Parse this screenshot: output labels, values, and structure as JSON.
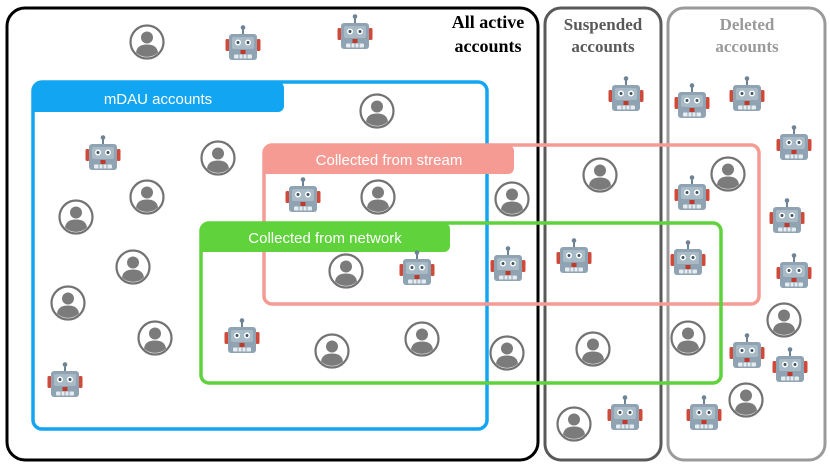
{
  "groups": {
    "all_active": {
      "line1": "All active",
      "line2": "accounts",
      "color": "#000000"
    },
    "suspended": {
      "line1": "Suspended",
      "line2": "accounts",
      "color": "#595959"
    },
    "deleted": {
      "line1": "Deleted",
      "line2": "accounts",
      "color": "#9a9a9a"
    },
    "mdau": {
      "label": "mDAU accounts",
      "color": "#12a6f2"
    },
    "stream": {
      "label": "Collected from stream",
      "color": "#f69b93"
    },
    "network": {
      "label": "Collected from network",
      "color": "#5fd23c"
    }
  },
  "icons": {
    "person": "person-icon",
    "bot": "robot-icon"
  },
  "colors": {
    "person_ring": "#727272",
    "person_fill": "#7b7b7b",
    "robot_head": "#8fa3b3",
    "robot_ear": "#d04a39",
    "robot_eye": "#3d5566",
    "label_text": "#ffffff"
  }
}
